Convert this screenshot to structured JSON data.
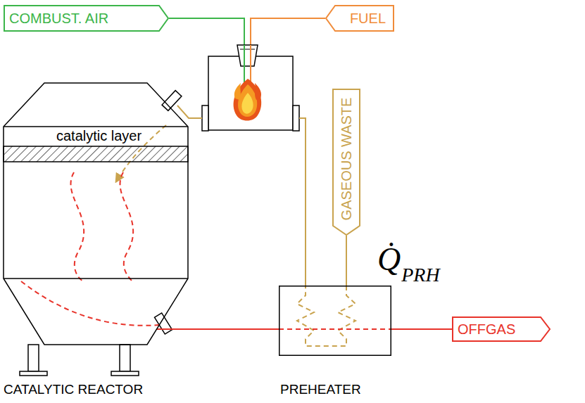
{
  "diagram": {
    "nodes": [
      {
        "text": [
          "COMBUST. AIR"
        ]
      },
      {
        "text": [
          "FUEL"
        ]
      },
      {
        "text": [
          "GASEOUS WASTE"
        ]
      },
      {
        "text": [
          "CATALYTIC REACTOR",
          "catalytic layer"
        ]
      },
      {
        "text": [
          "PREHEATER"
        ]
      },
      {
        "text": [
          "OFFGAS"
        ]
      }
    ],
    "edges": [
      {
        "from": 2,
        "to": 4,
        "arrow": "none"
      },
      {
        "from": 3,
        "to": 4,
        "arrow": "none"
      },
      {
        "from": 4,
        "to": 5,
        "arrow": "none"
      }
    ],
    "labels": [
      "Q̇",
      "PRH"
    ]
  }
}
